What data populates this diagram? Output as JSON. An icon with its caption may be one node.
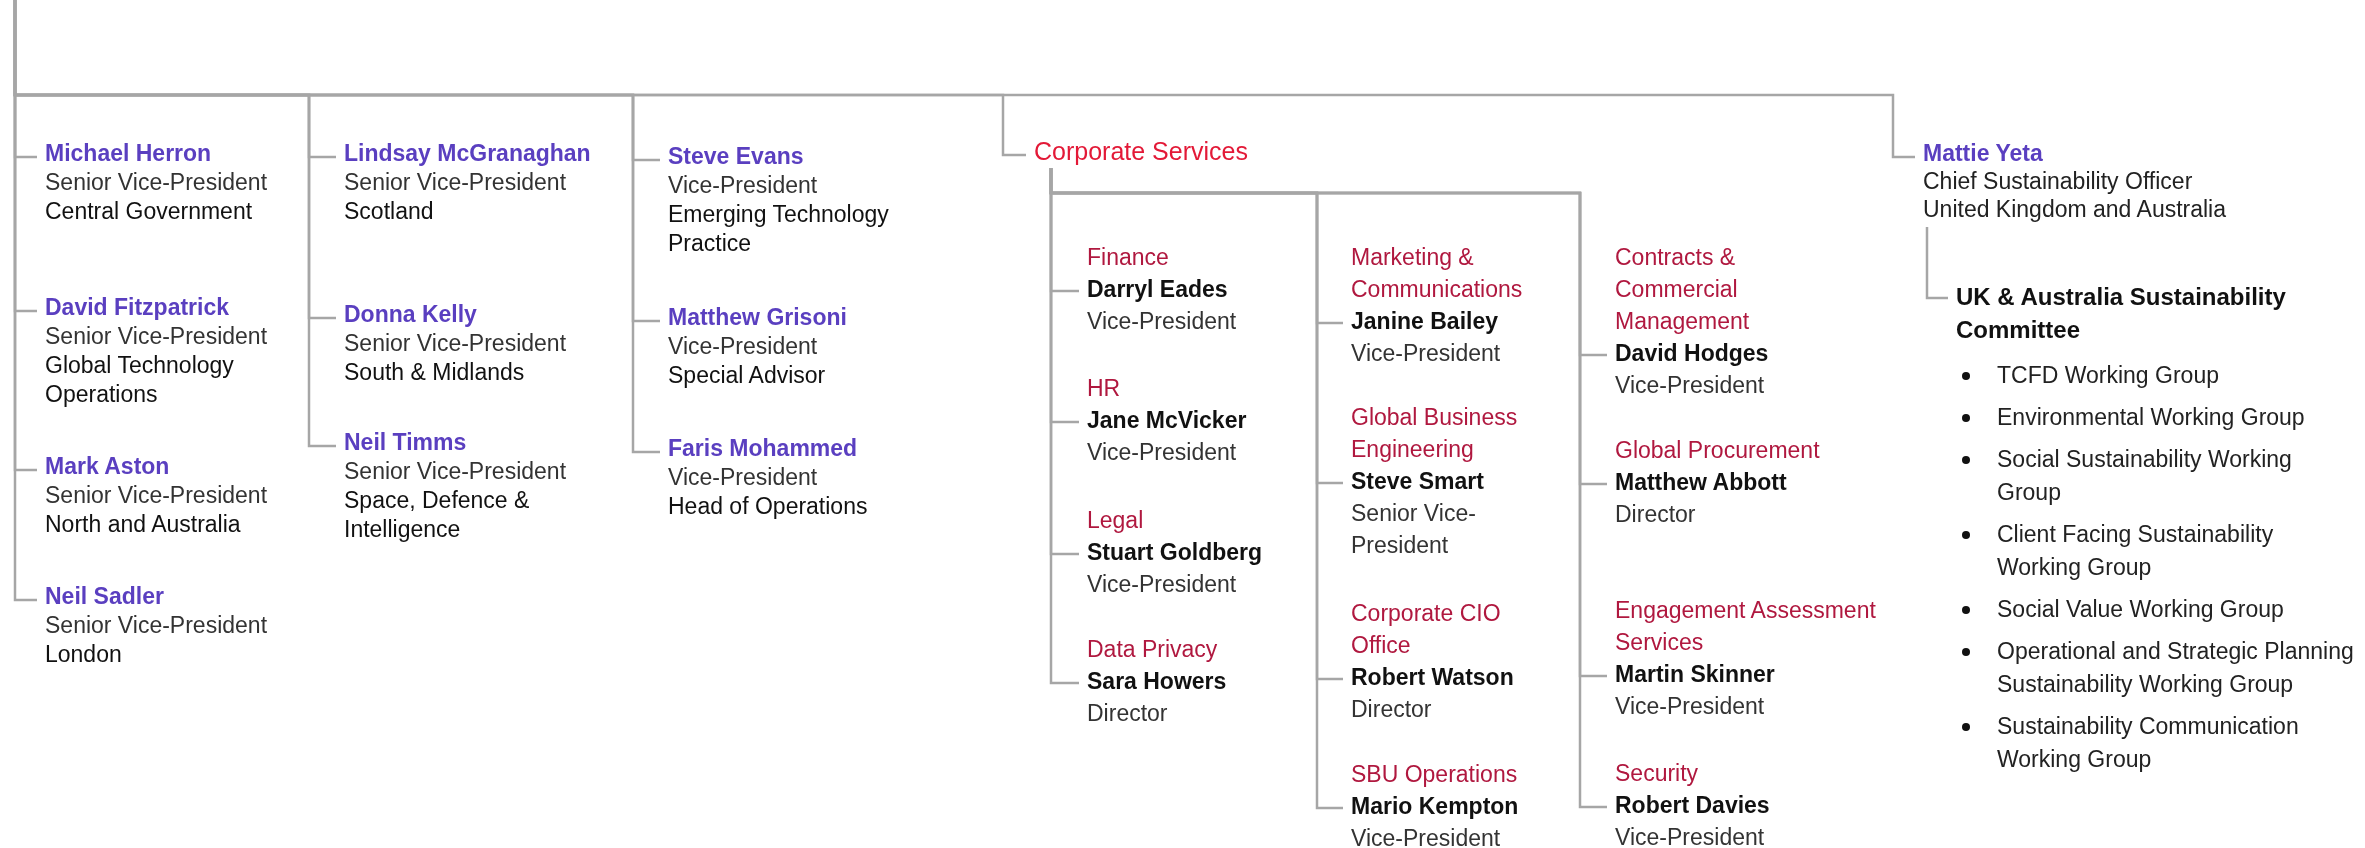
{
  "diagram": {
    "nodes": [
      {
        "text": [
          "Michael Herron",
          "Senior Vice-President",
          "Central Government"
        ]
      },
      {
        "text": [
          "David Fitzpatrick",
          "Senior Vice-President",
          "Global Technology Operations"
        ]
      },
      {
        "text": [
          "Mark Aston",
          "Senior Vice-President",
          "North and Australia"
        ]
      },
      {
        "text": [
          "Neil Sadler",
          "Senior Vice-President",
          "London"
        ]
      },
      {
        "text": [
          "Lindsay McGranaghan",
          "Senior Vice-President",
          "Scotland"
        ]
      },
      {
        "text": [
          "Donna Kelly",
          "Senior Vice-President",
          "South & Midlands"
        ]
      },
      {
        "text": [
          "Neil Timms",
          "Senior Vice-President",
          "Space, Defence & Intelligence"
        ]
      },
      {
        "text": [
          "Steve Evans",
          "Vice-President",
          "Emerging Technology Practice"
        ]
      },
      {
        "text": [
          "Matthew Grisoni",
          "Vice-President",
          "Special Advisor"
        ]
      },
      {
        "text": [
          "Faris Mohammed",
          "Vice-President",
          "Head of Operations"
        ]
      },
      {
        "text": [
          "Corporate Services"
        ]
      },
      {
        "text": [
          "Finance",
          "Darryl Eades",
          "Vice-President"
        ]
      },
      {
        "text": [
          "HR",
          "Jane McVicker",
          "Vice-President"
        ]
      },
      {
        "text": [
          "Legal",
          "Stuart Goldberg",
          "Vice-President"
        ]
      },
      {
        "text": [
          "Data Privacy",
          "Sara Howers",
          "Director"
        ]
      },
      {
        "text": [
          "Marketing & Communications",
          "Janine Bailey",
          "Vice-President"
        ]
      },
      {
        "text": [
          "Global Business Engineering",
          "Steve Smart",
          "Senior Vice-President"
        ]
      },
      {
        "text": [
          "Corporate CIO Office",
          "Robert Watson",
          "Director"
        ]
      },
      {
        "text": [
          "SBU Operations",
          "Mario Kempton",
          "Vice-President"
        ]
      },
      {
        "text": [
          "Contracts & Commercial Management",
          "David Hodges",
          "Vice-President"
        ]
      },
      {
        "text": [
          "Global Procurement",
          "Matthew Abbott",
          "Director"
        ]
      },
      {
        "text": [
          "Engagement Assessment Services",
          "Martin Skinner",
          "Vice-President"
        ]
      },
      {
        "text": [
          "Security",
          "Robert Davies",
          "Vice-President"
        ]
      },
      {
        "text": [
          "Mattie Yeta",
          "Chief Sustainability Officer",
          "United Kingdom and Australia"
        ]
      },
      {
        "text": [
          "UK & Australia Sustainability Committee",
          "TCFD Working Group",
          "Environmental Working Group",
          "Social Sustainability Working Group",
          "Client Facing Sustainability Working Group",
          "Social Value Working Group",
          "Operational and Strategic Planning Sustainability Working Group",
          "Sustainability Communication Working Group"
        ]
      }
    ],
    "edges": [
      {
        "from": null,
        "to": 0,
        "arrow": "none"
      },
      {
        "from": null,
        "to": 1,
        "arrow": "none"
      },
      {
        "from": null,
        "to": 2,
        "arrow": "none"
      },
      {
        "from": null,
        "to": 3,
        "arrow": "none"
      },
      {
        "from": null,
        "to": 4,
        "arrow": "none"
      },
      {
        "from": null,
        "to": 5,
        "arrow": "none"
      },
      {
        "from": null,
        "to": 6,
        "arrow": "none"
      },
      {
        "from": null,
        "to": 7,
        "arrow": "none"
      },
      {
        "from": null,
        "to": 8,
        "arrow": "none"
      },
      {
        "from": null,
        "to": 9,
        "arrow": "none"
      },
      {
        "from": null,
        "to": 10,
        "arrow": "none"
      },
      {
        "from": null,
        "to": 23,
        "arrow": "none"
      },
      {
        "from": 10,
        "to": 11,
        "arrow": "none"
      },
      {
        "from": 10,
        "to": 12,
        "arrow": "none"
      },
      {
        "from": 10,
        "to": 13,
        "arrow": "none"
      },
      {
        "from": 10,
        "to": 14,
        "arrow": "none"
      },
      {
        "from": 10,
        "to": 15,
        "arrow": "none"
      },
      {
        "from": 10,
        "to": 16,
        "arrow": "none"
      },
      {
        "from": 10,
        "to": 17,
        "arrow": "none"
      },
      {
        "from": 10,
        "to": 18,
        "arrow": "none"
      },
      {
        "from": 10,
        "to": 19,
        "arrow": "none"
      },
      {
        "from": 10,
        "to": 20,
        "arrow": "none"
      },
      {
        "from": 10,
        "to": 21,
        "arrow": "none"
      },
      {
        "from": 10,
        "to": 22,
        "arrow": "none"
      },
      {
        "from": 23,
        "to": 24,
        "arrow": "none"
      }
    ]
  }
}
